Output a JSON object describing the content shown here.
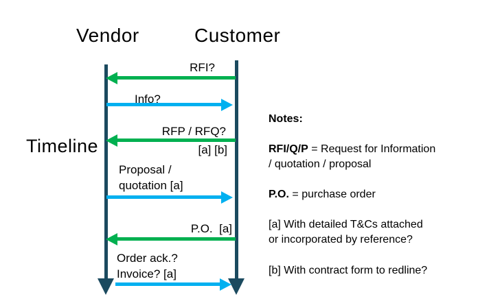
{
  "colors": {
    "green": "#00B050",
    "blue": "#00B0F0",
    "lifeline": "#1B4A5F",
    "text": "#000000",
    "background": "#FFFFFF"
  },
  "diagram": {
    "timeline_label": "Timeline",
    "actors": [
      {
        "name": "Vendor"
      },
      {
        "name": "Customer"
      }
    ],
    "messages": [
      {
        "label": "RFI?",
        "from": "Customer",
        "to": "Vendor",
        "color": "green"
      },
      {
        "label": "Info?",
        "from": "Vendor",
        "to": "Customer",
        "color": "blue"
      },
      {
        "label": "RFP / RFQ?",
        "sublabel": "[a] [b]",
        "from": "Customer",
        "to": "Vendor",
        "color": "green"
      },
      {
        "label": "Proposal /\nquotation [a]",
        "from": "Vendor",
        "to": "Customer",
        "color": "blue"
      },
      {
        "label": "P.O.  [a]",
        "from": "Customer",
        "to": "Vendor",
        "color": "green"
      },
      {
        "label": "Order ack.?\nInvoice? [a]",
        "from": "Vendor",
        "to": "Customer",
        "color": "blue"
      }
    ]
  },
  "notes": {
    "heading": "Notes:",
    "items": [
      {
        "bold": "RFI/Q/P",
        "rest": " = Request for Information\n/ quotation / proposal"
      },
      {
        "bold": "P.O.",
        "rest": " = purchase order"
      },
      {
        "bold": "",
        "rest": "[a] With detailed T&Cs attached\nor incorporated by reference?"
      },
      {
        "bold": "",
        "rest": "[b] With contract form to redline?"
      }
    ]
  }
}
